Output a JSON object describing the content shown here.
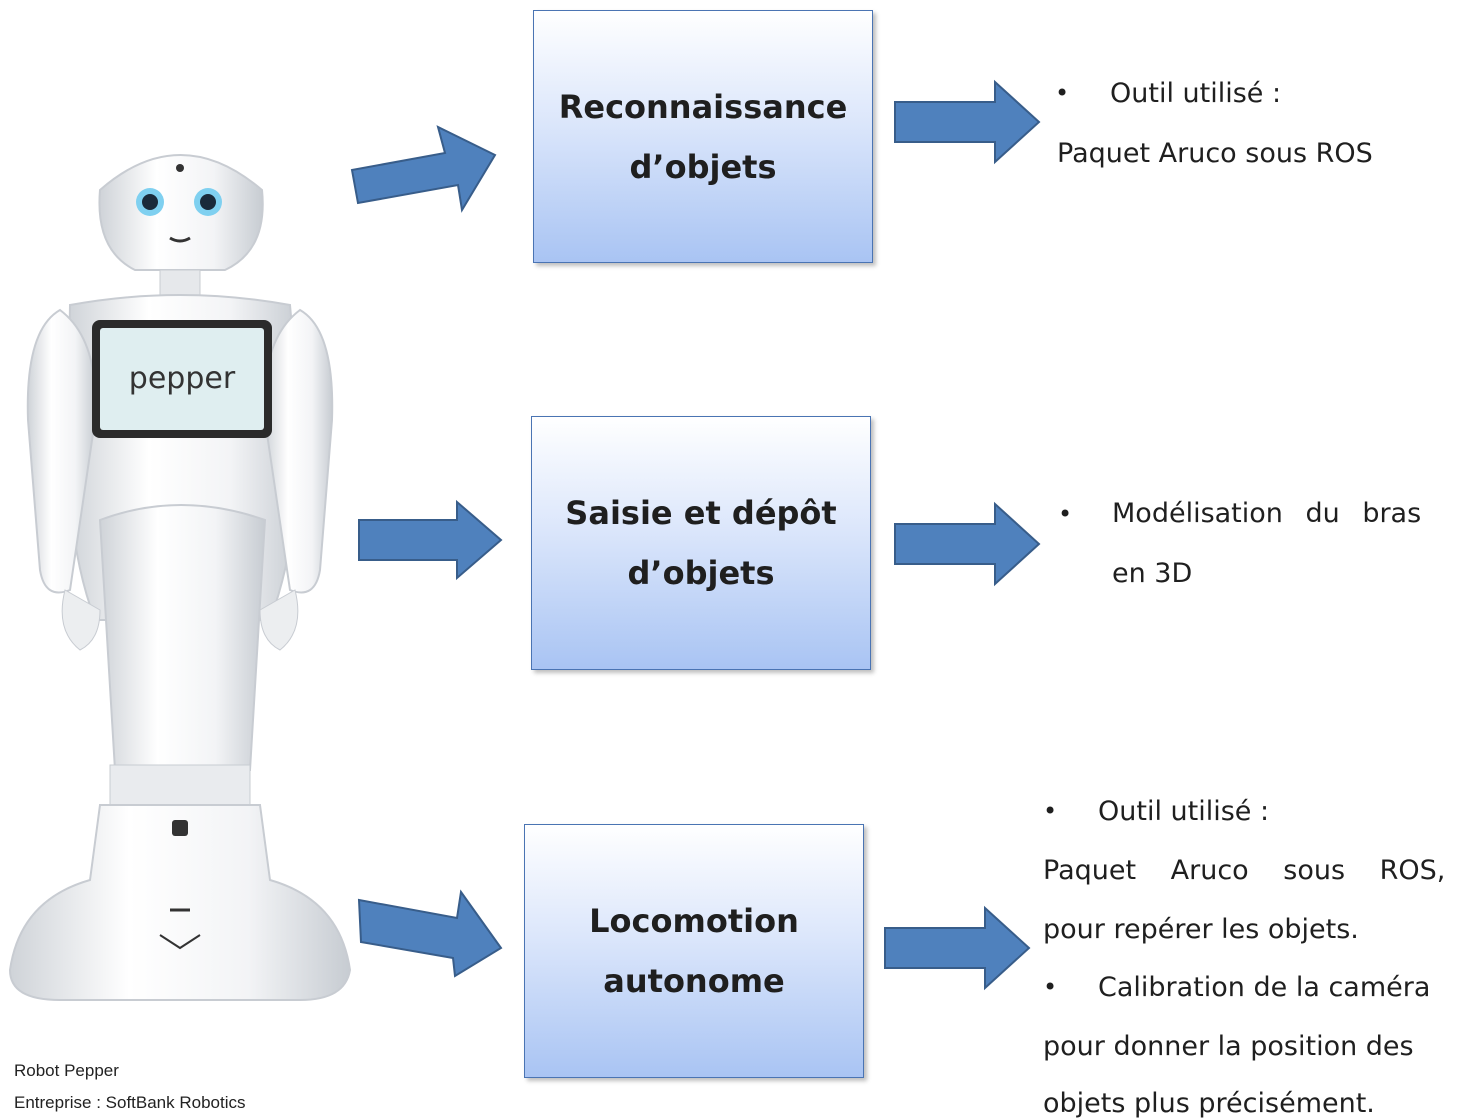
{
  "robot": {
    "screen_label": "pepper",
    "caption_name": "Robot Pepper",
    "caption_company": "Entreprise : SoftBank Robotics"
  },
  "modules": [
    {
      "title": "Reconnaissance\nd’objets",
      "bullets": [
        {
          "text": "Outil utilisé :",
          "sub": "Paquet Aruco sous ROS"
        }
      ]
    },
    {
      "title": "Saisie et dépôt\nd’objets",
      "bullets": [
        {
          "line1": "Modélisation du bras",
          "line2": "en 3D"
        }
      ]
    },
    {
      "title": "Locomotion\nautonome",
      "bullets": [
        {
          "text": "Outil utilisé :",
          "sub1": "Paquet Aruco sous ROS,",
          "sub2": "pour repérer les objets."
        },
        {
          "text": "Calibration de la caméra",
          "sub1": "pour donner la position des",
          "sub2": "objets plus précisément."
        }
      ]
    }
  ],
  "colors": {
    "arrow_fill": "#4f81bd",
    "arrow_stroke": "#385d8a",
    "box_border": "#4a74b3"
  }
}
